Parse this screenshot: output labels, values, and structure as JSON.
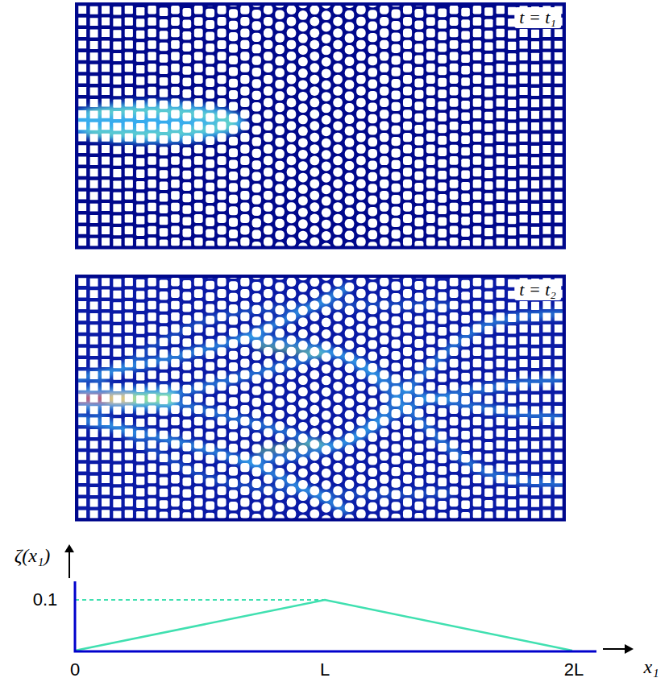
{
  "diagram": {
    "labels": [
      "t = t₁",
      "t = t₂",
      "ζ(x₁)",
      "0.1",
      "0",
      "L",
      "2L",
      "x₁"
    ]
  }
}
